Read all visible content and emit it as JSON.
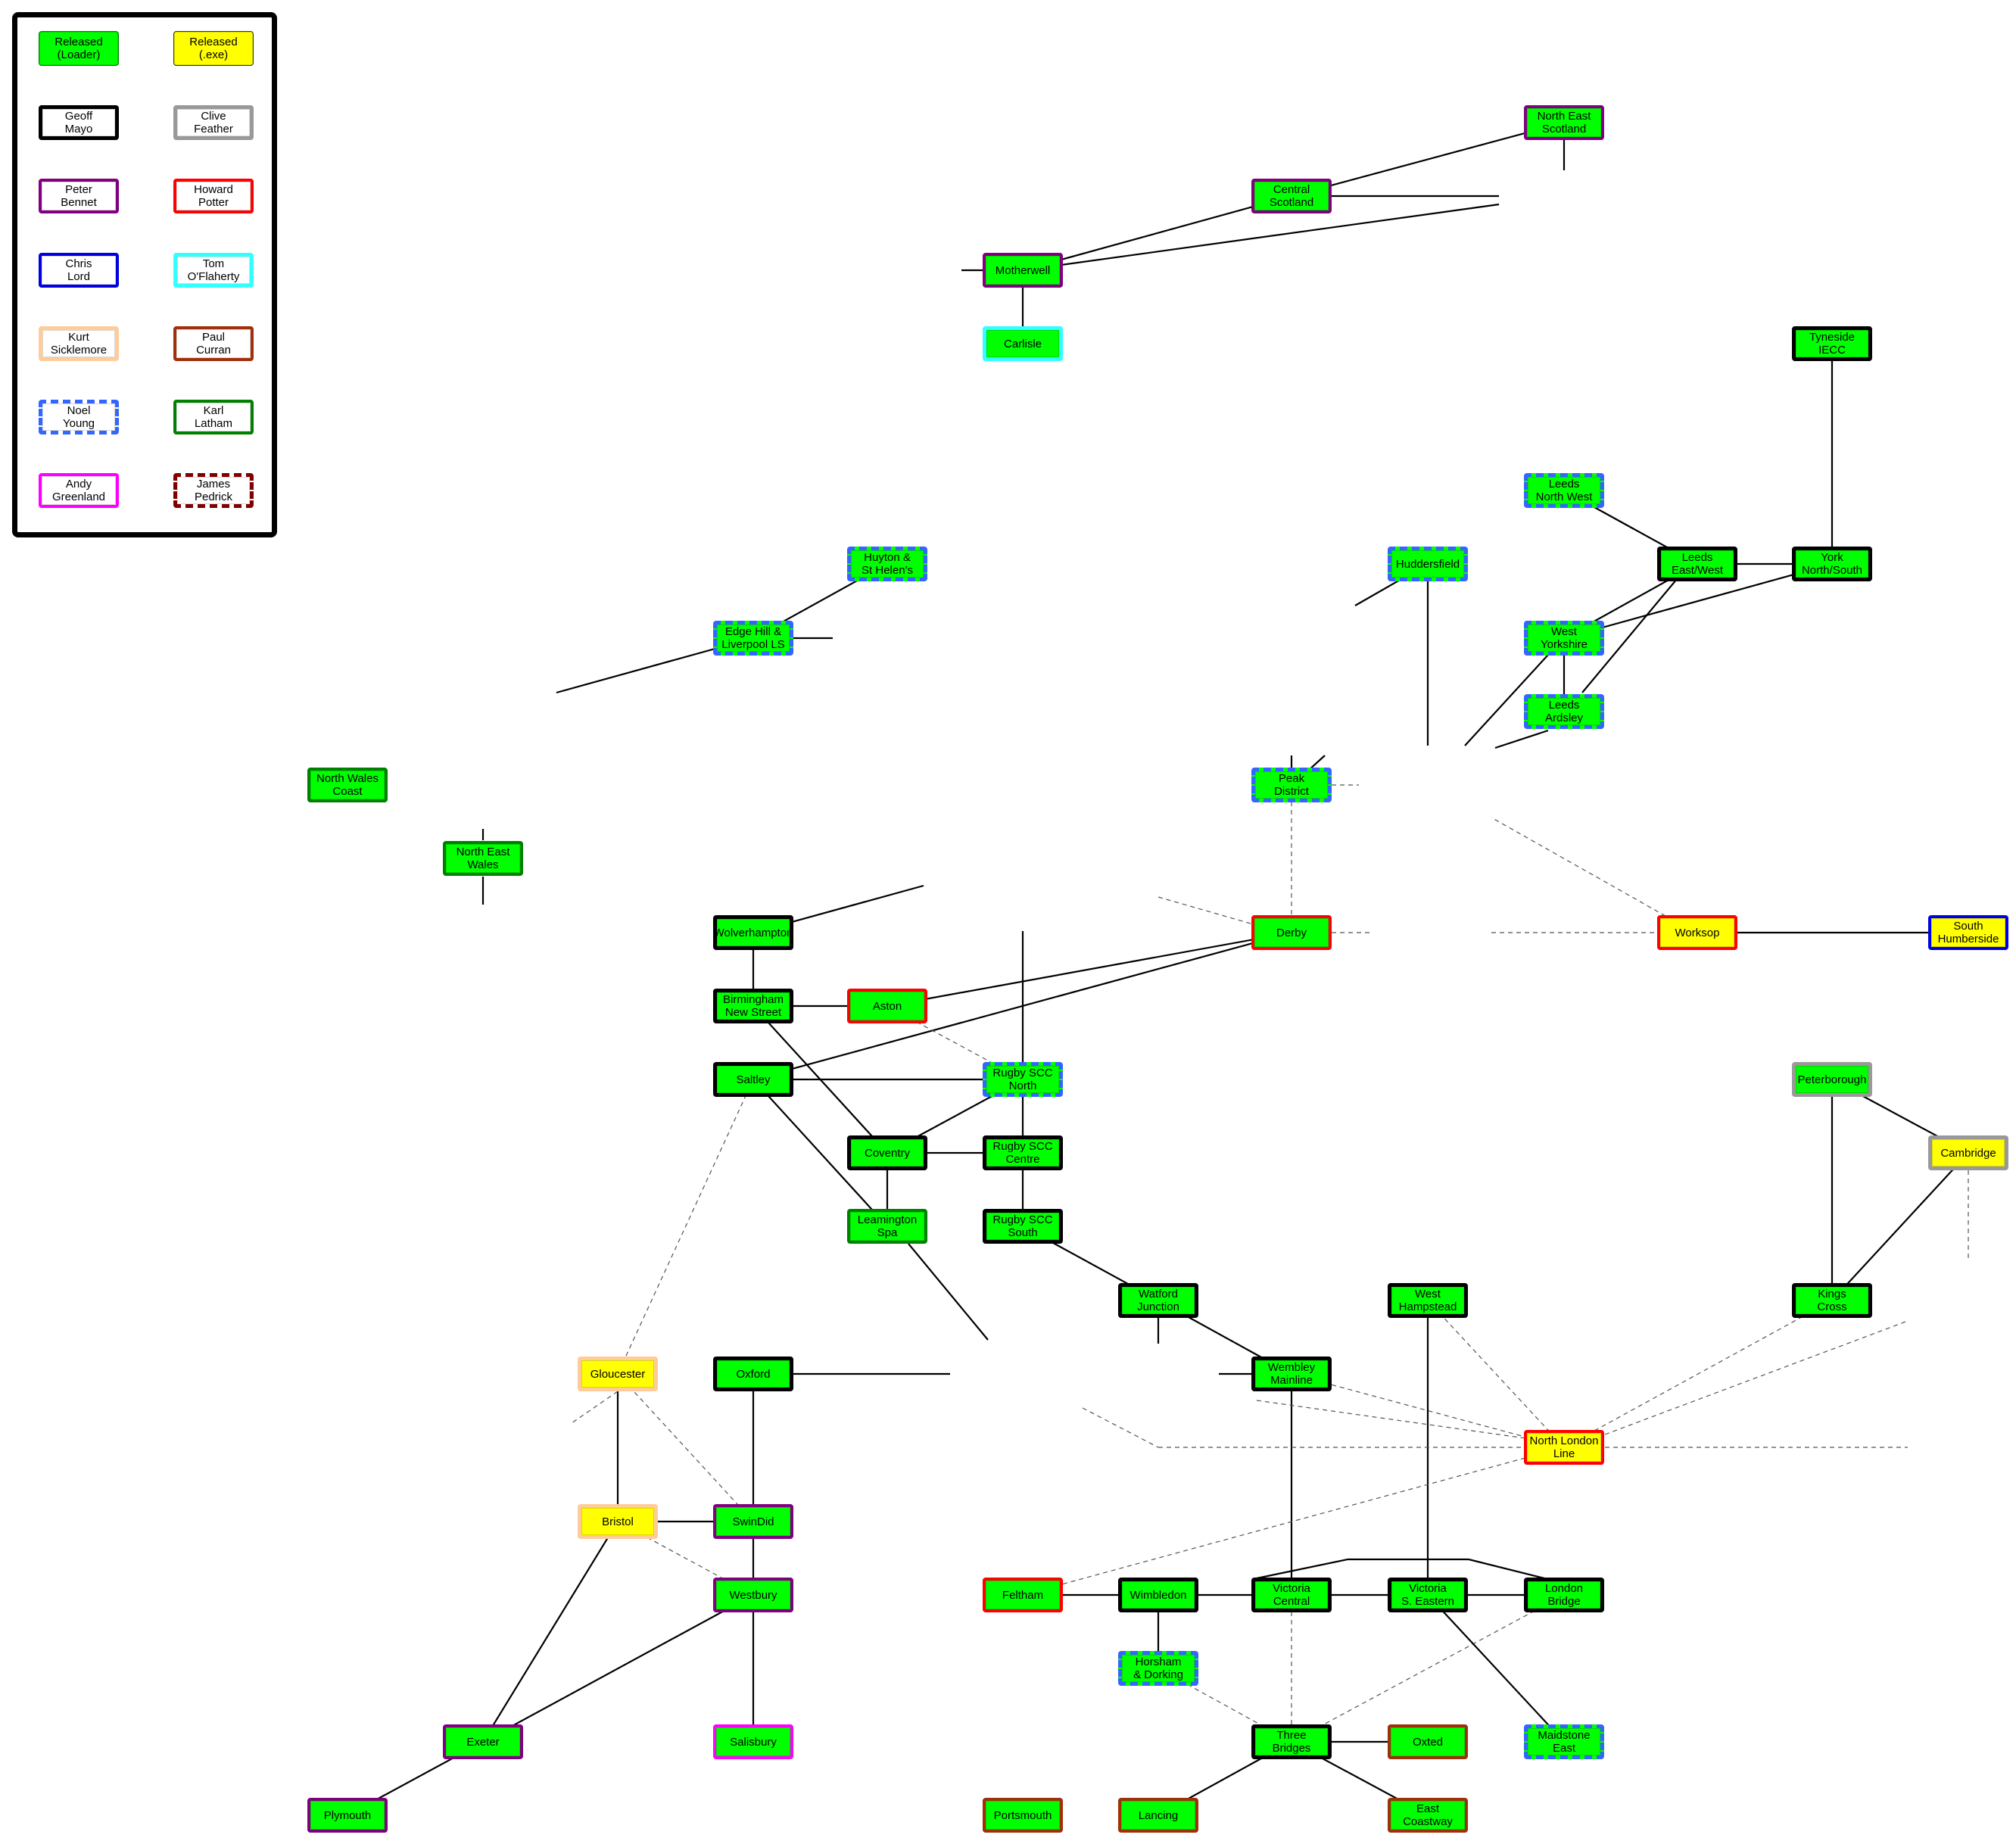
{
  "colors": {
    "fill": {
      "loader": "#00ff00",
      "exe": "#ffff00",
      "none": "#ffffff"
    },
    "owner": {
      "geoff": "#000000",
      "clive": "#999999",
      "peter": "#800080",
      "howard": "#ff0000",
      "chris": "#0000e0",
      "tom": "#33ffff",
      "kurt": "#ffcc99",
      "paul": "#a0300a",
      "noel": "#3366ff",
      "karl": "#008000",
      "andy": "#ff00ff",
      "james": "#800000"
    }
  },
  "legend": [
    {
      "id": "leg-loader",
      "label": "Released\n(Loader)",
      "fill": "loader",
      "border": "green-thin"
    },
    {
      "id": "leg-exe",
      "label": "Released\n(.exe)",
      "fill": "exe",
      "border": "black-thin"
    },
    {
      "id": "leg-geoff",
      "label": "Geoff\nMayo",
      "fill": "none",
      "border": "geoff"
    },
    {
      "id": "leg-clive",
      "label": "Clive\nFeather",
      "fill": "none",
      "border": "clive"
    },
    {
      "id": "leg-peter",
      "label": "Peter\nBennet",
      "fill": "none",
      "border": "peter"
    },
    {
      "id": "leg-howard",
      "label": "Howard\nPotter",
      "fill": "none",
      "border": "howard"
    },
    {
      "id": "leg-chris",
      "label": "Chris\nLord",
      "fill": "none",
      "border": "chris"
    },
    {
      "id": "leg-tom",
      "label": "Tom\nO'Flaherty",
      "fill": "none",
      "border": "tom"
    },
    {
      "id": "leg-kurt",
      "label": "Kurt\nSicklemore",
      "fill": "none",
      "border": "kurt"
    },
    {
      "id": "leg-paul",
      "label": "Paul\nCurran",
      "fill": "none",
      "border": "paul"
    },
    {
      "id": "leg-noel",
      "label": "Noel\nYoung",
      "fill": "none",
      "border": "noel"
    },
    {
      "id": "leg-karl",
      "label": "Karl\nLatham",
      "fill": "none",
      "border": "karl"
    },
    {
      "id": "leg-andy",
      "label": "Andy\nGreenland",
      "fill": "none",
      "border": "andy"
    },
    {
      "id": "leg-james",
      "label": "James\nPedrick",
      "fill": "none",
      "border": "james"
    }
  ],
  "nodes": [
    {
      "id": "north-east-scotland",
      "label": "North East\nScotland",
      "fill": "loader",
      "border": "peter"
    },
    {
      "id": "central-scotland",
      "label": "Central\nScotland",
      "fill": "loader",
      "border": "peter"
    },
    {
      "id": "motherwell",
      "label": "Motherwell",
      "fill": "loader",
      "border": "peter"
    },
    {
      "id": "carlisle",
      "label": "Carlisle",
      "fill": "loader",
      "border": "tom"
    },
    {
      "id": "tyneside-iecc",
      "label": "Tyneside\nIECC",
      "fill": "loader",
      "border": "geoff"
    },
    {
      "id": "leeds-north-west",
      "label": "Leeds\nNorth West",
      "fill": "loader",
      "border": "noel"
    },
    {
      "id": "huyton-st-helens",
      "label": "Huyton &\nSt Helen's",
      "fill": "loader",
      "border": "noel"
    },
    {
      "id": "huddersfield",
      "label": "Huddersfield",
      "fill": "loader",
      "border": "noel"
    },
    {
      "id": "leeds-east-west",
      "label": "Leeds\nEast/West",
      "fill": "loader",
      "border": "geoff"
    },
    {
      "id": "york-north-south",
      "label": "York\nNorth/South",
      "fill": "loader",
      "border": "geoff"
    },
    {
      "id": "edge-hill",
      "label": "Edge Hill &\nLiverpool LS",
      "fill": "loader",
      "border": "noel"
    },
    {
      "id": "west-yorkshire",
      "label": "West\nYorkshire",
      "fill": "loader",
      "border": "noel"
    },
    {
      "id": "leeds-ardsley",
      "label": "Leeds\nArdsley",
      "fill": "loader",
      "border": "noel"
    },
    {
      "id": "north-wales-coast",
      "label": "North Wales\nCoast",
      "fill": "loader",
      "border": "karl"
    },
    {
      "id": "peak-district",
      "label": "Peak\nDistrict",
      "fill": "loader",
      "border": "noel"
    },
    {
      "id": "north-east-wales",
      "label": "North East\nWales",
      "fill": "loader",
      "border": "karl"
    },
    {
      "id": "wolverhampton",
      "label": "Wolverhampton",
      "fill": "loader",
      "border": "geoff"
    },
    {
      "id": "derby",
      "label": "Derby",
      "fill": "loader",
      "border": "howard"
    },
    {
      "id": "worksop",
      "label": "Worksop",
      "fill": "exe",
      "border": "howard"
    },
    {
      "id": "south-humberside",
      "label": "South\nHumberside",
      "fill": "exe",
      "border": "chris"
    },
    {
      "id": "birmingham-new-street",
      "label": "Birmingham\nNew Street",
      "fill": "loader",
      "border": "geoff"
    },
    {
      "id": "aston",
      "label": "Aston",
      "fill": "loader",
      "border": "howard"
    },
    {
      "id": "saltley",
      "label": "Saltley",
      "fill": "loader",
      "border": "geoff"
    },
    {
      "id": "rugby-scc-north",
      "label": "Rugby SCC\nNorth",
      "fill": "loader",
      "border": "noel"
    },
    {
      "id": "peterborough",
      "label": "Peterborough",
      "fill": "loader",
      "border": "clive"
    },
    {
      "id": "coventry",
      "label": "Coventry",
      "fill": "loader",
      "border": "geoff"
    },
    {
      "id": "rugby-scc-centre",
      "label": "Rugby SCC\nCentre",
      "fill": "loader",
      "border": "geoff"
    },
    {
      "id": "cambridge",
      "label": "Cambridge",
      "fill": "exe",
      "border": "clive"
    },
    {
      "id": "leamington-spa",
      "label": "Leamington\nSpa",
      "fill": "loader",
      "border": "karl"
    },
    {
      "id": "rugby-scc-south",
      "label": "Rugby SCC\nSouth",
      "fill": "loader",
      "border": "geoff"
    },
    {
      "id": "watford-junction",
      "label": "Watford\nJunction",
      "fill": "loader",
      "border": "geoff"
    },
    {
      "id": "west-hampstead",
      "label": "West\nHampstead",
      "fill": "loader",
      "border": "geoff"
    },
    {
      "id": "kings-cross",
      "label": "Kings\nCross",
      "fill": "loader",
      "border": "geoff"
    },
    {
      "id": "gloucester",
      "label": "Gloucester",
      "fill": "exe",
      "border": "kurt"
    },
    {
      "id": "oxford",
      "label": "Oxford",
      "fill": "loader",
      "border": "geoff"
    },
    {
      "id": "wembley-mainline",
      "label": "Wembley\nMainline",
      "fill": "loader",
      "border": "geoff"
    },
    {
      "id": "north-london-line",
      "label": "North London\nLine",
      "fill": "exe",
      "border": "howard"
    },
    {
      "id": "bristol",
      "label": "Bristol",
      "fill": "exe",
      "border": "kurt"
    },
    {
      "id": "swindid",
      "label": "SwinDid",
      "fill": "loader",
      "border": "peter"
    },
    {
      "id": "westbury",
      "label": "Westbury",
      "fill": "loader",
      "border": "peter"
    },
    {
      "id": "feltham",
      "label": "Feltham",
      "fill": "loader",
      "border": "howard"
    },
    {
      "id": "wimbledon",
      "label": "Wimbledon",
      "fill": "loader",
      "border": "geoff"
    },
    {
      "id": "victoria-central",
      "label": "Victoria\nCentral",
      "fill": "loader",
      "border": "geoff"
    },
    {
      "id": "victoria-s-eastern",
      "label": "Victoria\nS. Eastern",
      "fill": "loader",
      "border": "geoff"
    },
    {
      "id": "london-bridge",
      "label": "London\nBridge",
      "fill": "loader",
      "border": "geoff"
    },
    {
      "id": "horsham-dorking",
      "label": "Horsham\n& Dorking",
      "fill": "loader",
      "border": "noel"
    },
    {
      "id": "exeter",
      "label": "Exeter",
      "fill": "loader",
      "border": "peter"
    },
    {
      "id": "salisbury",
      "label": "Salisbury",
      "fill": "loader",
      "border": "andy"
    },
    {
      "id": "three-bridges",
      "label": "Three\nBridges",
      "fill": "loader",
      "border": "geoff"
    },
    {
      "id": "oxted",
      "label": "Oxted",
      "fill": "loader",
      "border": "paul"
    },
    {
      "id": "maidstone-east",
      "label": "Maidstone\nEast",
      "fill": "loader",
      "border": "noel"
    },
    {
      "id": "plymouth",
      "label": "Plymouth",
      "fill": "loader",
      "border": "peter"
    },
    {
      "id": "portsmouth",
      "label": "Portsmouth",
      "fill": "loader",
      "border": "paul"
    },
    {
      "id": "lancing",
      "label": "Lancing",
      "fill": "loader",
      "border": "paul"
    },
    {
      "id": "east-coastway",
      "label": "East\nCoastway",
      "fill": "loader",
      "border": "paul"
    }
  ],
  "edges": [
    [
      "motherwell",
      "central-scotland",
      "solid"
    ],
    [
      "central-scotland",
      "north-east-scotland",
      "solid"
    ],
    [
      "motherwell",
      "carlisle",
      "solid"
    ],
    [
      "leeds-north-west",
      "leeds-east-west",
      "solid"
    ],
    [
      "leeds-east-west",
      "york-north-south",
      "solid"
    ],
    [
      "york-north-south",
      "tyneside-iecc",
      "solid"
    ],
    [
      "edge-hill",
      "huyton-st-helens",
      "solid"
    ],
    [
      "west-yorkshire",
      "leeds-east-west",
      "solid"
    ],
    [
      "west-yorkshire",
      "york-north-south",
      "solid"
    ],
    [
      "west-yorkshire",
      "leeds-ardsley",
      "solid"
    ],
    [
      "worksop",
      "south-humberside",
      "solid"
    ],
    [
      "peak-district",
      "derby",
      "dashed"
    ],
    [
      "wolverhampton",
      "birmingham-new-street",
      "solid"
    ],
    [
      "birmingham-new-street",
      "aston",
      "solid"
    ],
    [
      "aston",
      "derby",
      "solid"
    ],
    [
      "saltley",
      "derby",
      "solid"
    ],
    [
      "saltley",
      "rugby-scc-north",
      "solid"
    ],
    [
      "aston",
      "rugby-scc-north",
      "dashed"
    ],
    [
      "birmingham-new-street",
      "coventry",
      "solid"
    ],
    [
      "saltley",
      "leamington-spa",
      "solid"
    ],
    [
      "coventry",
      "rugby-scc-north",
      "solid"
    ],
    [
      "coventry",
      "rugby-scc-centre",
      "solid"
    ],
    [
      "coventry",
      "leamington-spa",
      "solid"
    ],
    [
      "rugby-scc-north",
      "rugby-scc-centre",
      "solid"
    ],
    [
      "rugby-scc-centre",
      "rugby-scc-south",
      "solid"
    ],
    [
      "rugby-scc-south",
      "watford-junction",
      "solid"
    ],
    [
      "watford-junction",
      "wembley-mainline",
      "solid"
    ],
    [
      "peterborough",
      "cambridge",
      "solid"
    ],
    [
      "peterborough",
      "kings-cross",
      "solid"
    ],
    [
      "cambridge",
      "kings-cross",
      "solid"
    ],
    [
      "kings-cross",
      "north-london-line",
      "dashed"
    ],
    [
      "west-hampstead",
      "north-london-line",
      "dashed"
    ],
    [
      "wembley-mainline",
      "north-london-line",
      "dashed"
    ],
    [
      "west-hampstead",
      "victoria-s-eastern",
      "solid"
    ],
    [
      "wembley-mainline",
      "victoria-central",
      "solid"
    ],
    [
      "saltley",
      "gloucester",
      "dashed"
    ],
    [
      "gloucester",
      "bristol",
      "solid"
    ],
    [
      "gloucester",
      "swindid",
      "dashed"
    ],
    [
      "oxford",
      "swindid",
      "solid"
    ],
    [
      "bristol",
      "swindid",
      "solid"
    ],
    [
      "bristol",
      "westbury",
      "dashed"
    ],
    [
      "swindid",
      "westbury",
      "solid"
    ],
    [
      "bristol",
      "exeter",
      "solid"
    ],
    [
      "westbury",
      "exeter",
      "solid"
    ],
    [
      "westbury",
      "salisbury",
      "solid"
    ],
    [
      "exeter",
      "plymouth",
      "solid"
    ],
    [
      "feltham",
      "north-london-line",
      "dashed"
    ],
    [
      "feltham",
      "wimbledon",
      "solid"
    ],
    [
      "wimbledon",
      "victoria-central",
      "solid"
    ],
    [
      "victoria-central",
      "victoria-s-eastern",
      "solid"
    ],
    [
      "victoria-s-eastern",
      "london-bridge",
      "solid"
    ],
    [
      "wimbledon",
      "horsham-dorking",
      "solid"
    ],
    [
      "horsham-dorking",
      "three-bridges",
      "dashed"
    ],
    [
      "victoria-central",
      "three-bridges",
      "dashed"
    ],
    [
      "london-bridge",
      "three-bridges",
      "dashed"
    ],
    [
      "victoria-s-eastern",
      "maidstone-east",
      "solid"
    ],
    [
      "three-bridges",
      "oxted",
      "solid"
    ],
    [
      "three-bridges",
      "lancing",
      "solid"
    ],
    [
      "three-bridges",
      "east-coastway",
      "solid"
    ]
  ]
}
